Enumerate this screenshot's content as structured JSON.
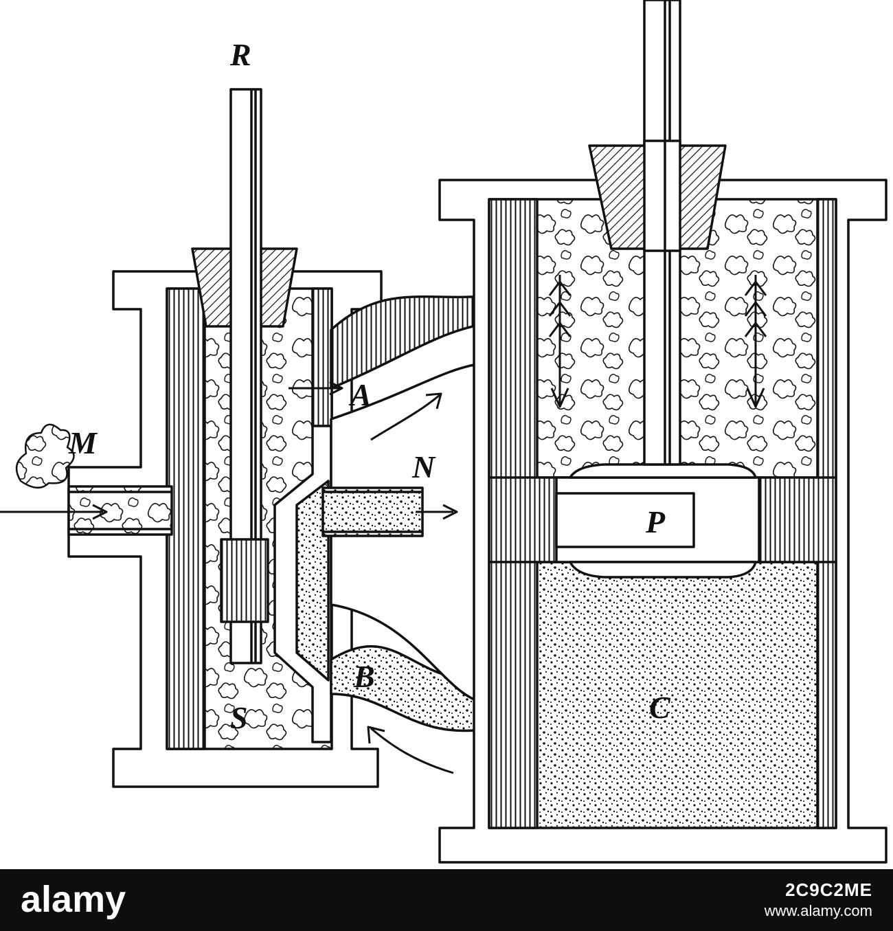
{
  "figure": {
    "labels": {
      "rod": "R",
      "inlet": "M",
      "exhaust": "N",
      "port_a": "A",
      "port_b": "B",
      "slide_valve": "S",
      "piston": "P",
      "cylinder": "C"
    },
    "colors": {
      "ink": "#111111",
      "paper": "#ffffff"
    }
  },
  "watermark": {
    "brand": "alamy",
    "image_id": "2C9C2ME",
    "site": "www.alamy.com"
  }
}
